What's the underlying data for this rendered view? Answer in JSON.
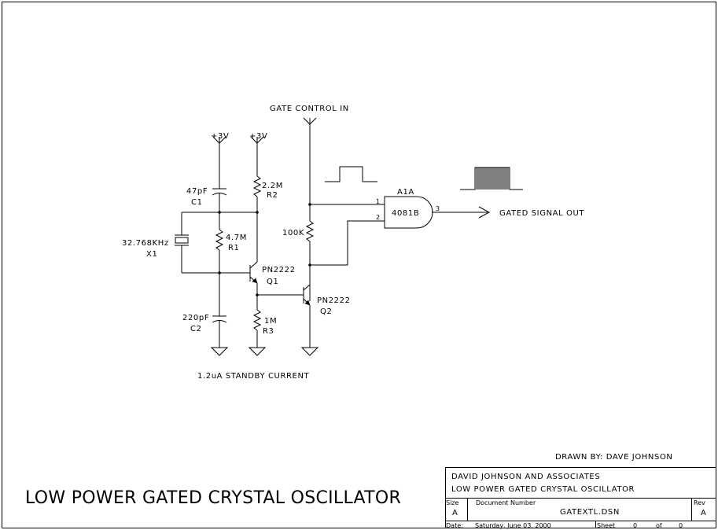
{
  "schematic": {
    "gate_control_label": "GATE CONTROL IN",
    "vcc_label": "+3V",
    "c1": {
      "value": "47pF",
      "ref": "C1"
    },
    "c2": {
      "value": "220pF",
      "ref": "C2"
    },
    "r1": {
      "value": "4.7M",
      "ref": "R1"
    },
    "r2": {
      "value": "2.2M",
      "ref": "R2"
    },
    "r3": {
      "value": "1M",
      "ref": "R3"
    },
    "r4": {
      "value": "100K"
    },
    "x1": {
      "value": "32.768KHz",
      "ref": "X1"
    },
    "q1": {
      "part": "PN2222",
      "ref": "Q1"
    },
    "q2": {
      "part": "PN2222",
      "ref": "Q2"
    },
    "gate": {
      "ref": "A1A",
      "part": "4081B",
      "pin1": "1",
      "pin2": "2",
      "pin3": "3"
    },
    "output_label": "GATED SIGNAL OUT",
    "standby_note": "1.2uA STANDBY CURRENT"
  },
  "drawn_by": "DRAWN BY: DAVE JOHNSON",
  "title": "LOW POWER GATED CRYSTAL OSCILLATOR",
  "title_block": {
    "company": "DAVID JOHNSON AND ASSOCIATES",
    "title": "LOW POWER GATED CRYSTAL OSCILLATOR",
    "size_label": "Size",
    "size_value": "A",
    "docnum_label": "Document Number",
    "docnum_value": "GATEXTL.DSN",
    "rev_label": "Rev",
    "rev_value": "A",
    "date_label": "Date:",
    "date_value": "Saturday, June 03, 2000",
    "sheet_label": "Sheet",
    "sheet_value": "0",
    "of_label": "of",
    "of_value": "0"
  }
}
